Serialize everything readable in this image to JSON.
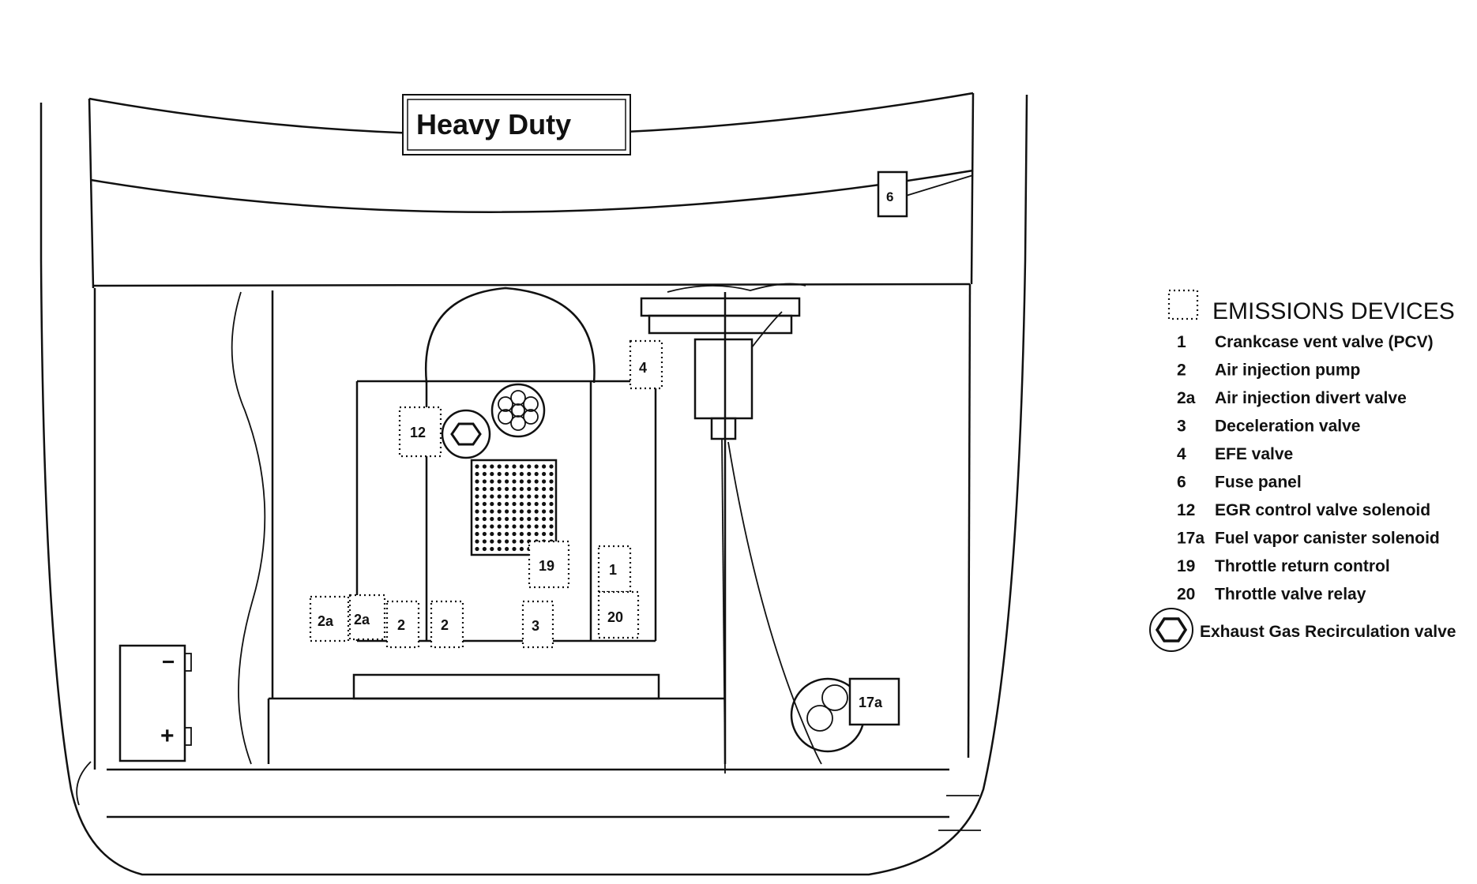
{
  "hood_label": "Heavy Duty",
  "callouts": {
    "fuse_panel": "6",
    "efe_valve": "4",
    "egr_solenoid": "12",
    "throttle_return": "19",
    "pcv_valve": "1",
    "throttle_relay": "20",
    "divert_valve_left": "2a",
    "divert_valve_right": "2a",
    "air_pump_left": "2",
    "air_pump_right": "2",
    "decel_valve": "3",
    "canister_solenoid": "17a"
  },
  "battery": {
    "negative": "−",
    "positive": "+"
  },
  "legend": {
    "title": "EMISSIONS DEVICES",
    "items": [
      {
        "num": "1",
        "label": "Crankcase vent valve (PCV)"
      },
      {
        "num": "2",
        "label": "Air injection pump"
      },
      {
        "num": "2a",
        "label": "Air injection divert valve"
      },
      {
        "num": "3",
        "label": "Deceleration valve"
      },
      {
        "num": "4",
        "label": "EFE  valve"
      },
      {
        "num": "6",
        "label": "Fuse panel"
      },
      {
        "num": "12",
        "label": "EGR  control valve solenoid"
      },
      {
        "num": "17a",
        "label": "Fuel vapor canister solenoid"
      },
      {
        "num": "19",
        "label": "Throttle return control"
      },
      {
        "num": "20",
        "label": "Throttle valve relay"
      }
    ],
    "egr_label": "Exhaust Gas Recirculation valve"
  },
  "icons": {
    "egr_symbol": "egr-valve-icon",
    "emissions_symbol": "dotted-square-icon"
  },
  "colors": {
    "ink": "#111111",
    "paper": "#ffffff"
  }
}
